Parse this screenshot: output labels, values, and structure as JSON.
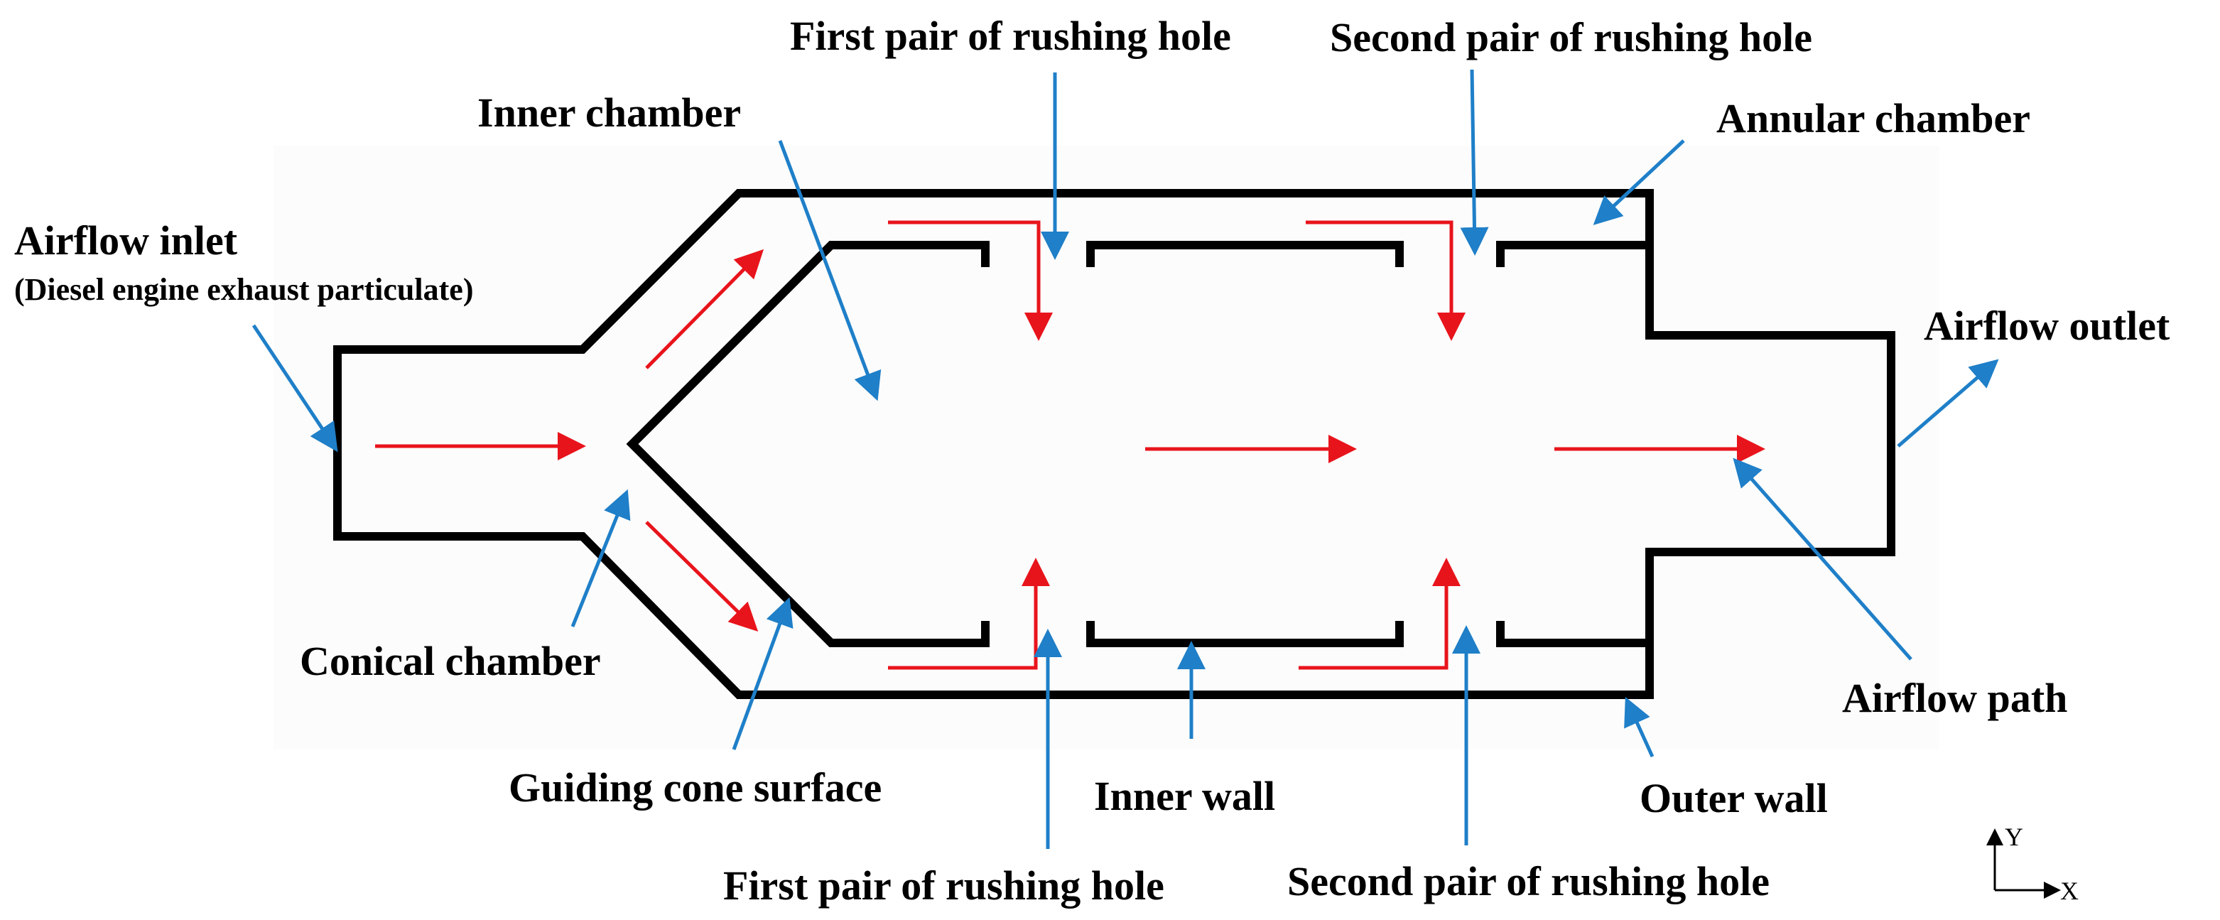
{
  "colors": {
    "wall": "#000000",
    "flow_arrow": "#e8141c",
    "pointer_arrow": "#1f7fc8",
    "background": "#ffffff",
    "body_fill": "#fcfcfc"
  },
  "labels": {
    "airflow_inlet": "Airflow inlet",
    "inlet_note": "(Diesel engine exhaust particulate)",
    "inner_chamber": "Inner chamber",
    "first_pair_top": "First pair of rushing hole",
    "second_pair_top": "Second pair of rushing hole",
    "annular_chamber": "Annular chamber",
    "airflow_outlet": "Airflow outlet",
    "conical_chamber": "Conical chamber",
    "guiding_cone_surface": "Guiding cone surface",
    "inner_wall": "Inner wall",
    "outer_wall": "Outer wall",
    "airflow_path": "Airflow path",
    "first_pair_bottom": "First pair of rushing hole",
    "second_pair_bottom": "Second pair of rushing hole"
  },
  "axes": {
    "y_label": "Y",
    "x_label": "X"
  }
}
